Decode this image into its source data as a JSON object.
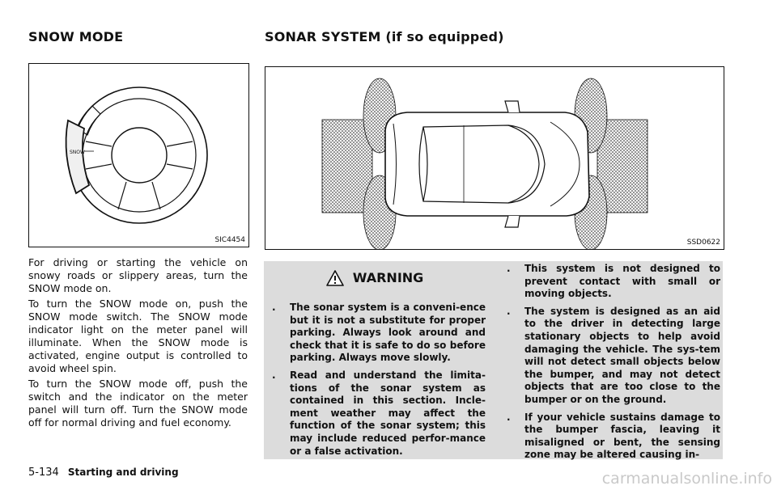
{
  "left": {
    "title": "SNOW MODE",
    "figure_caption": "SIC4454",
    "switch_label": "SNOW",
    "paragraphs": [
      "For driving or starting the vehicle on snowy roads or slippery areas, turn the SNOW mode on.",
      "To turn the SNOW mode on, push the SNOW mode switch. The SNOW mode indicator light on the meter panel will illuminate. When the SNOW mode is activated, engine output is controlled to avoid wheel spin.",
      "To turn the SNOW mode off, push the switch and the indicator on the meter panel will turn off. Turn the SNOW mode off for normal driving and fuel economy."
    ]
  },
  "right": {
    "title": "SONAR SYSTEM (if so equipped)",
    "figure_caption": "SSD0622",
    "warning": {
      "title": "WARNING",
      "bullet": ".",
      "col1": [
        "The sonar system is a conveni-ence but it is not a substitute for proper parking. Always look around and check that it is safe to do so before parking. Always move slowly.",
        "Read and understand the limita-tions of the sonar system as contained in this section. Incle-ment weather may affect the function of the sonar system; this may include reduced perfor-mance or a false activation."
      ],
      "col2": [
        "This system is not designed to prevent contact with small or moving objects.",
        "The system is designed as an aid to the driver in detecting large stationary objects to help avoid damaging the vehicle. The sys-tem will not detect small objects below the bumper, and may not detect objects that are too close to the bumper or on the ground.",
        "If your vehicle sustains damage to the bumper fascia, leaving it misaligned or bent, the sensing zone may be altered causing in-"
      ]
    }
  },
  "footer": {
    "page_number": "5-134",
    "section": "Starting and driving"
  },
  "watermark": "carmanualsonline.info"
}
